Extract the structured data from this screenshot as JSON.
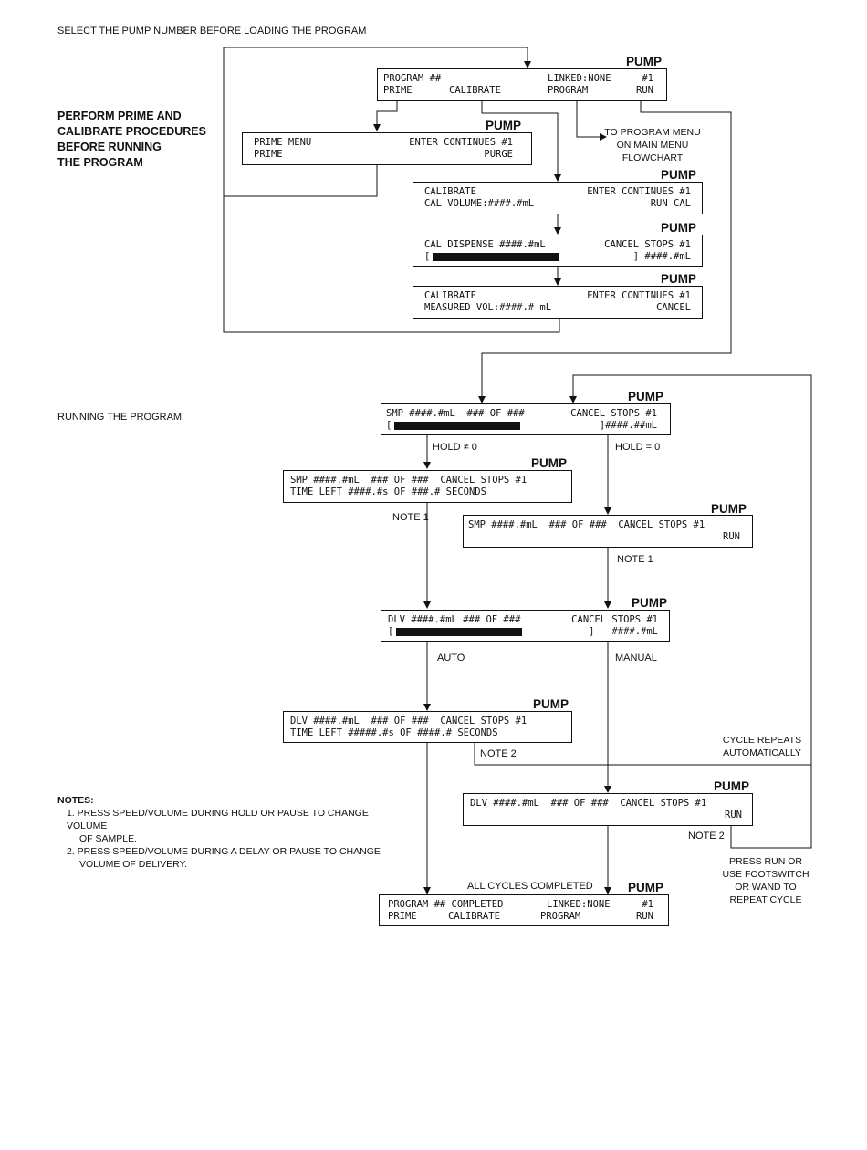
{
  "top_instruction": "SELECT THE PUMP NUMBER BEFORE LOADING THE PROGRAM",
  "side_instruction": [
    "PERFORM PRIME AND",
    "CALIBRATE PROCEDURES",
    "BEFORE RUNNING",
    "THE PROGRAM"
  ],
  "running_label": "RUNNING THE PROGRAM",
  "pump_label": "PUMP",
  "screens": {
    "program_menu": {
      "l1a": "PROGRAM ##",
      "l1b": "LINKED:NONE",
      "l1c": "#1",
      "l2a": "PRIME",
      "l2b": "CALIBRATE",
      "l2c": "PROGRAM",
      "l2d": "RUN"
    },
    "prime_menu": {
      "l1a": "PRIME MENU",
      "l1b": "ENTER CONTINUES #1",
      "l2a": "PRIME",
      "l2b": "PURGE"
    },
    "calibrate1": {
      "l1a": "CALIBRATE",
      "l1b": "ENTER CONTINUES #1",
      "l2a": "CAL VOLUME:####.#mL",
      "l2b": "RUN CAL"
    },
    "cal_dispense": {
      "l1a": "CAL DISPENSE ####.#mL",
      "l1b": "CANCEL STOPS #1",
      "l2a": "[",
      "l2b": "] ####.#mL"
    },
    "calibrate2": {
      "l1a": "CALIBRATE",
      "l1b": "ENTER CONTINUES #1",
      "l2a": "MEASURED VOL:####.# mL",
      "l2b": "CANCEL"
    },
    "smp_run": {
      "l1a": "SMP ####.#mL  ### OF ###",
      "l1b": "CANCEL STOPS #1",
      "l2a": "[",
      "l2b": "]####.##mL"
    },
    "smp_hold": {
      "l1a": "SMP ####.#mL  ### OF ###  CANCEL STOPS #1",
      "l2a": "TIME LEFT ####.#s OF ###.# SECONDS"
    },
    "smp_manual": {
      "l1a": "SMP ####.#mL  ### OF ###  CANCEL STOPS #1",
      "l2b": "RUN"
    },
    "dlv_run": {
      "l1a": "DLV ####.#mL ### OF ###",
      "l1b": "CANCEL STOPS #1",
      "l2a": "[",
      "l2b": "]   ####.#mL"
    },
    "dlv_auto": {
      "l1a": "DLV ####.#mL  ### OF ###  CANCEL STOPS #1",
      "l2a": "TIME LEFT #####.#s OF ####.# SECONDS"
    },
    "dlv_manual": {
      "l1a": "DLV ####.#mL  ### OF ###  CANCEL STOPS #1",
      "l2b": "RUN"
    },
    "completed": {
      "l1a": "PROGRAM ## COMPLETED",
      "l1b": "LINKED:NONE",
      "l1c": "#1",
      "l2a": "PRIME",
      "l2b": "CALIBRATE",
      "l2c": "PROGRAM",
      "l2d": "RUN"
    }
  },
  "program_menu_note": [
    "TO PROGRAM MENU",
    "ON MAIN MENU",
    "FLOWCHART"
  ],
  "flow_labels": {
    "hold_ne": "HOLD ≠ 0",
    "hold_eq": "HOLD = 0",
    "note1": "NOTE 1",
    "auto": "AUTO",
    "manual": "MANUAL",
    "note2": "NOTE 2",
    "cycle_repeats": [
      "CYCLE REPEATS",
      "AUTOMATICALLY"
    ],
    "press_run": [
      "PRESS RUN OR",
      "USE FOOTSWITCH",
      "OR WAND TO",
      "REPEAT CYCLE"
    ],
    "all_completed": "ALL  CYCLES COMPLETED"
  },
  "notes": {
    "heading": "NOTES:",
    "items": [
      [
        "1.  PRESS SPEED/VOLUME DURING HOLD OR PAUSE TO CHANGE VOLUME",
        "OF SAMPLE."
      ],
      [
        "2.  PRESS SPEED/VOLUME DURING A DELAY OR PAUSE TO CHANGE",
        "VOLUME OF DELIVERY."
      ]
    ]
  }
}
